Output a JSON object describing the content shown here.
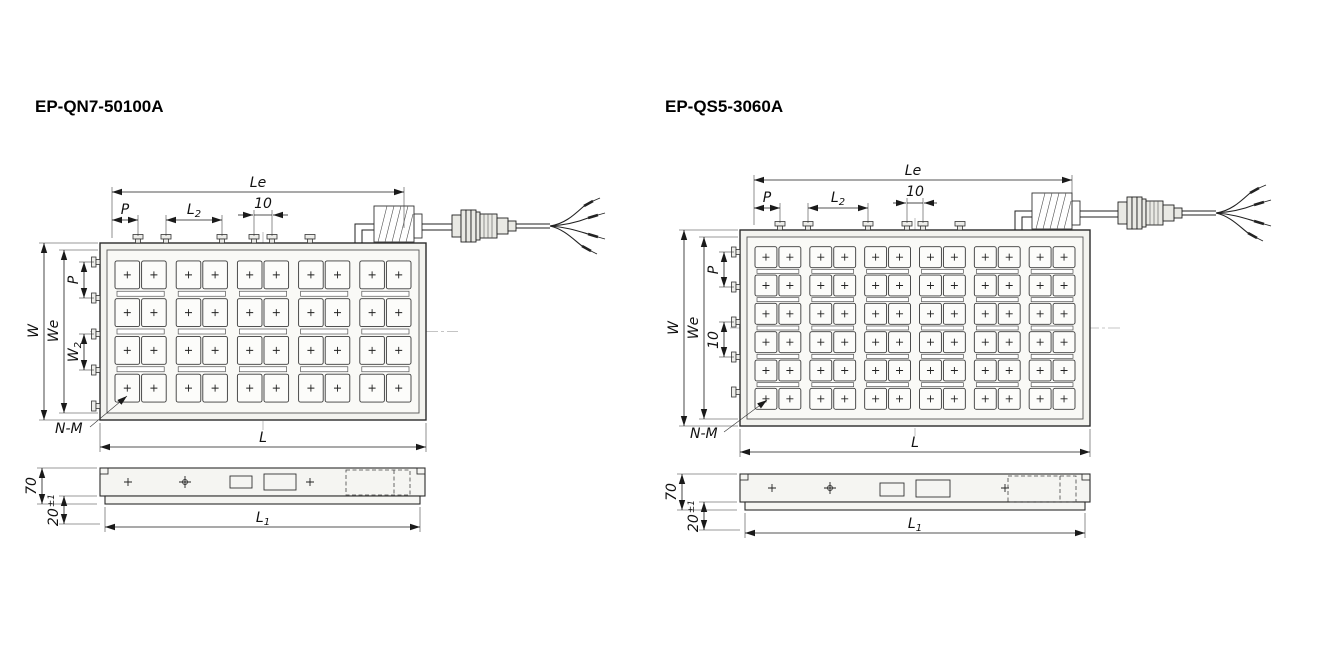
{
  "page": {
    "background": "#ffffff"
  },
  "panels": [
    {
      "title": "EP-QN7-50100A",
      "dims": {
        "le": "Le",
        "p_top": "P",
        "l2": [
          "L",
          "2"
        ],
        "ten_top": "10",
        "w": "W",
        "we": "We",
        "p_left": "P",
        "w2": [
          "W",
          "2"
        ],
        "nm": "N-M",
        "l": "L",
        "l1": [
          "L",
          "1"
        ],
        "h70": "70",
        "t20": [
          "20",
          "±1"
        ]
      },
      "grid": {
        "pole_columns": 5,
        "pole_rows": 4,
        "squares_per_column": 2
      }
    },
    {
      "title": "EP-QS5-3060A",
      "dims": {
        "le": "Le",
        "p_top": "P",
        "l2": [
          "L",
          "2"
        ],
        "ten_top": "10",
        "w": "W",
        "we": "We",
        "p_left": "P",
        "ten_left": "10",
        "nm": "N-M",
        "l": "L",
        "l1": [
          "L",
          "1"
        ],
        "h70": "70",
        "t20": [
          "20",
          "±1"
        ]
      },
      "grid": {
        "pole_columns": 6,
        "pole_rows": 6,
        "squares_per_column": 2
      }
    }
  ]
}
